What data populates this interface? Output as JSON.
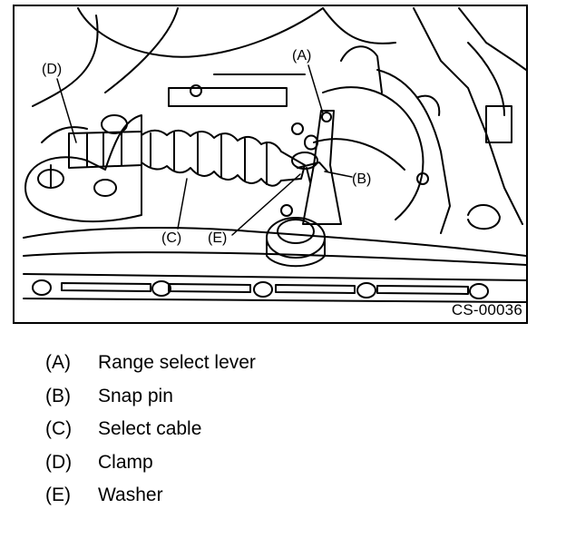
{
  "figure": {
    "code": "CS-00036",
    "callouts": {
      "a": "(A)",
      "b": "(B)",
      "c": "(C)",
      "d": "(D)",
      "e": "(E)"
    }
  },
  "legend": [
    {
      "key": "(A)",
      "text": "Range select lever"
    },
    {
      "key": "(B)",
      "text": "Snap pin"
    },
    {
      "key": "(C)",
      "text": "Select cable"
    },
    {
      "key": "(D)",
      "text": "Clamp"
    },
    {
      "key": "(E)",
      "text": "Washer"
    }
  ]
}
